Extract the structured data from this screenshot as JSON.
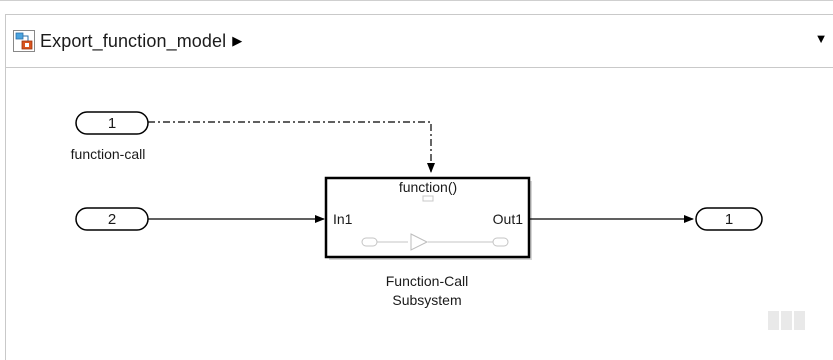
{
  "breadcrumb": {
    "model_name": "Export_function_model",
    "arrow": "▶",
    "dropdown": "▼"
  },
  "diagram": {
    "inport1": {
      "number": "1",
      "label": "function-call"
    },
    "inport2": {
      "number": "2"
    },
    "outport1": {
      "number": "1"
    },
    "subsystem": {
      "trigger_label": "function()",
      "in_port_label": "In1",
      "out_port_label": "Out1",
      "name_line1": "Function-Call",
      "name_line2": "Subsystem"
    }
  },
  "colors": {
    "line": "#000000",
    "block_border": "#000000",
    "block_fill": "#ffffff",
    "port_fill": "#ffffff"
  },
  "icons": {
    "model": "simulink-model-icon",
    "corner": "zoom-indicator-icon"
  }
}
